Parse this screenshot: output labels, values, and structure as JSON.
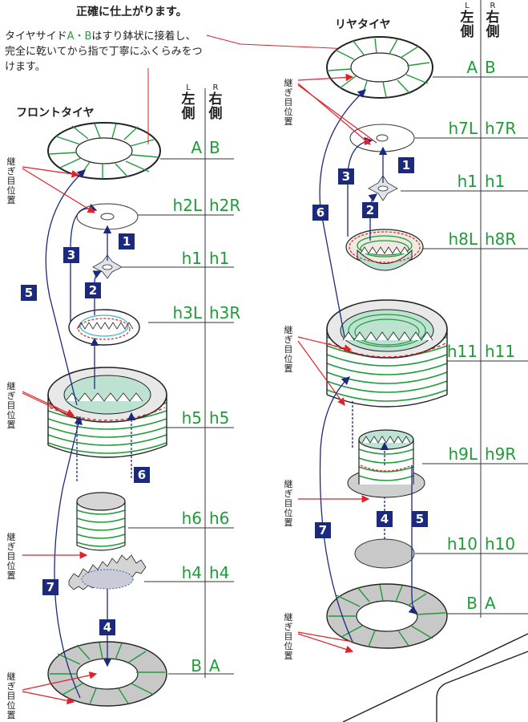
{
  "header": {
    "caption": "正確に仕上がります。"
  },
  "note": {
    "prefix": "タイヤサイド",
    "highlight": "A・B",
    "suffix": "はすり鉢状に接着し、完全に乾いてから指で丁寧にふくらみをつけます。"
  },
  "seam_label": "継ぎ目位置",
  "front": {
    "title": "フロントタイヤ",
    "left_header": "L左側",
    "left_small": "L",
    "left_main": "左側",
    "right_small": "R",
    "right_main": "右側",
    "rows": [
      {
        "left": "A",
        "right": "B"
      },
      {
        "left": "h2L",
        "right": "h2R"
      },
      {
        "left": "h1",
        "right": "h1"
      },
      {
        "left": "h3L",
        "right": "h3R"
      },
      {
        "left": "h5",
        "right": "h5"
      },
      {
        "left": "h6",
        "right": "h6"
      },
      {
        "left": "h4",
        "right": "h4"
      },
      {
        "left": "B",
        "right": "A"
      }
    ],
    "steps": [
      "1",
      "2",
      "3",
      "4",
      "5",
      "6",
      "7"
    ]
  },
  "rear": {
    "title": "リヤタイヤ",
    "left_small": "L",
    "left_main": "左側",
    "right_small": "R",
    "right_main": "右側",
    "rows": [
      {
        "left": "A",
        "right": "B"
      },
      {
        "left": "h7L",
        "right": "h7R"
      },
      {
        "left": "h1",
        "right": "h1"
      },
      {
        "left": "h8L",
        "right": "h8R"
      },
      {
        "left": "h11",
        "right": "h11"
      },
      {
        "left": "h9L",
        "right": "h9R"
      },
      {
        "left": "h10",
        "right": "h10"
      },
      {
        "left": "B",
        "right": "A"
      }
    ],
    "steps": [
      "1",
      "2",
      "3",
      "4",
      "5",
      "6",
      "7"
    ]
  },
  "colors": {
    "green": "#1f9b3a",
    "navy": "#1c2a7d",
    "red": "#e0222a",
    "gray": "#c8c8c8"
  }
}
